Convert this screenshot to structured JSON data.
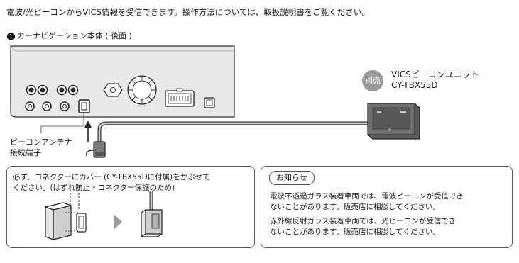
{
  "intro": "電波/光ビーコンからVICS情報を受信できます。操作方法については、取扱説明書をご覧ください。",
  "step": {
    "number": "1",
    "heading": "カーナビゲーション本体 ( 後面 )"
  },
  "port_label": {
    "line1": "ビーコンアンテナ",
    "line2": "接続端子"
  },
  "accessory": {
    "badge": "別売",
    "name": "VICSビーコンユニット",
    "model": "CY-TBX55D"
  },
  "caution": {
    "line1": "必ず、コネクターにカバー (CY-TBX55Dに付属)をかぶせて",
    "line2": "ください。(はずれ防止・コネクター保護のため)"
  },
  "notice": {
    "tag": "お知らせ",
    "item1_line1": "電波不透過ガラス装着車両では、電波ビーコンが受信でき",
    "item1_line2": "ないことがあります。販売店に相談してください。",
    "item2_line1": "赤外線反射ガラス装着車両では、光ビーコンが受信でき",
    "item2_line2": "ないことがあります。販売店に相談してください。"
  }
}
